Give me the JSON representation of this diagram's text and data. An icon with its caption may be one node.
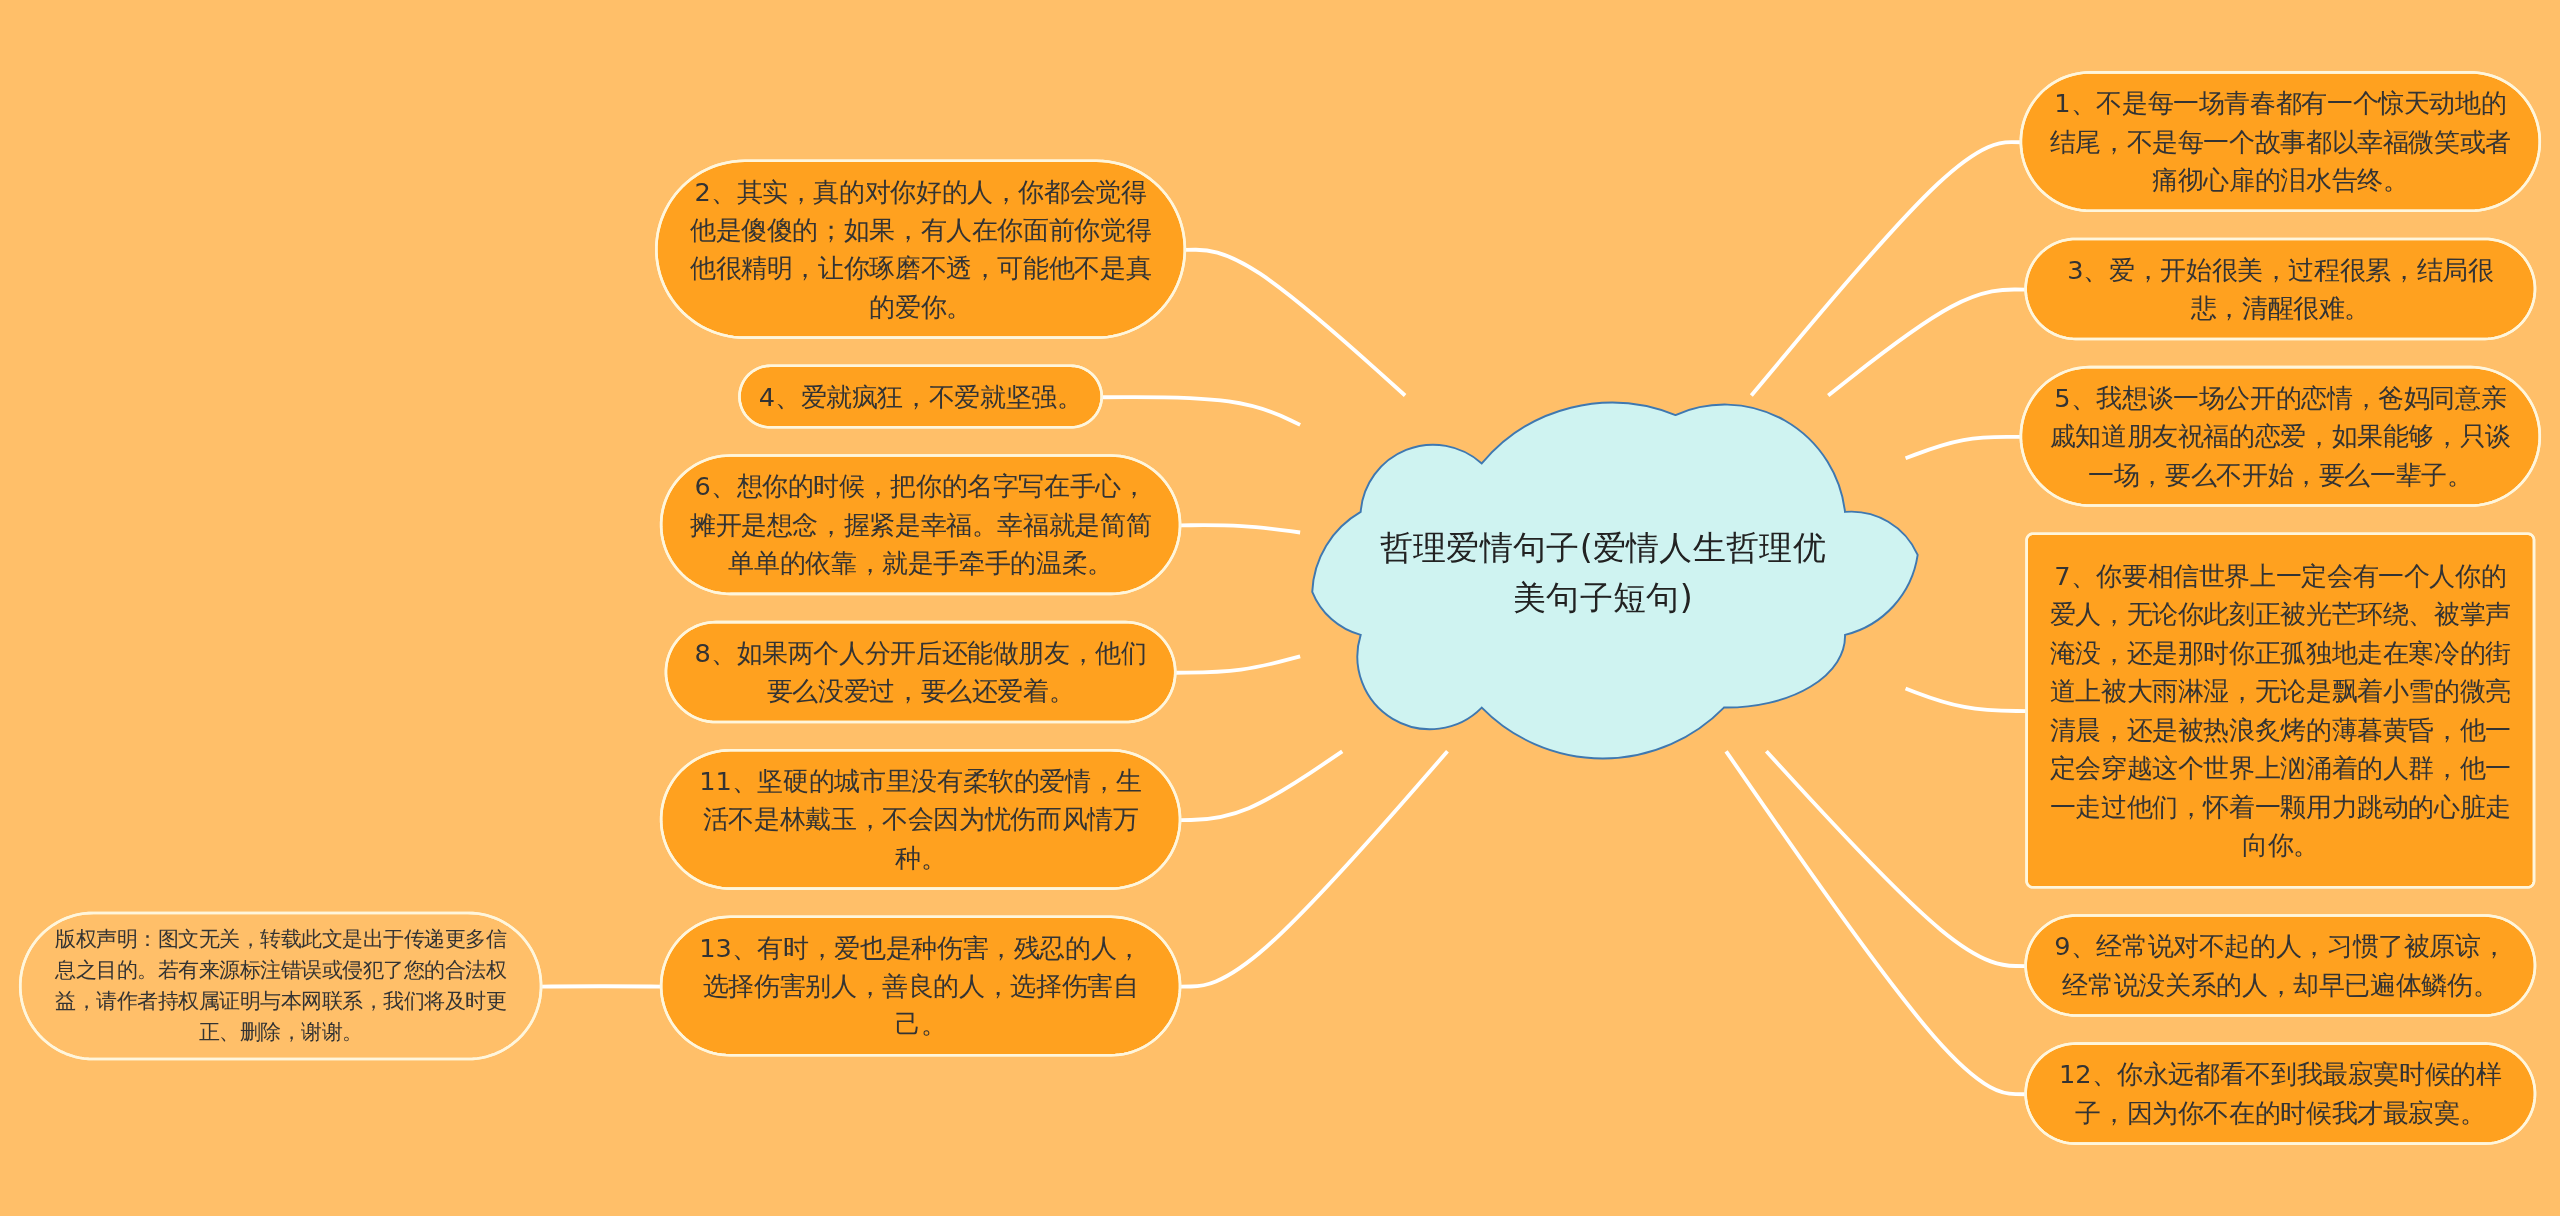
{
  "diagram": {
    "nodes": [
      {
        "text": [
          "哲理爱情句子(爱情人生哲理优美句子短句)"
        ]
      },
      {
        "text": [
          "2、其实，真的对你好的人，你都会觉得他是傻傻的；如果，有人在你面前你觉得他很精明，让你琢磨不透，可能他不是真的爱你。"
        ]
      },
      {
        "text": [
          "4、爱就疯狂，不爱就坚强。"
        ]
      },
      {
        "text": [
          "6、想你的时候，把你的名字写在手心，摊开是想念，握紧是幸福。幸福就是简简单单的依靠，就是手牵手的温柔。"
        ]
      },
      {
        "text": [
          "8、如果两个人分开后还能做朋友，他们要么没爱过，要么还爱着。"
        ]
      },
      {
        "text": [
          "11、坚硬的城市里没有柔软的爱情，生活不是林戴玉，不会因为忧伤而风情万种。"
        ]
      },
      {
        "text": [
          "13、有时，爱也是种伤害，残忍的人，选择伤害别人，善良的人，选择伤害自己。"
        ]
      },
      {
        "text": [
          "版权声明：图文无关，转载此文是出于传递更多信息之目的。若有来源标注错误或侵犯了您的合法权益，请作者持权属证明与本网联系，我们将及时更正、删除，谢谢。"
        ]
      },
      {
        "text": [
          "1、不是每一场青春都有一个惊天动地的结尾，不是每一个故事都以幸福微笑或者痛彻心扉的泪水告终。"
        ]
      },
      {
        "text": [
          "3、爱，开始很美，过程很累，结局很悲，清醒很难。"
        ]
      },
      {
        "text": [
          "5、我想谈一场公开的恋情，爸妈同意亲戚知道朋友祝福的恋爱，如果能够，只谈一场，要么不开始，要么一辈子。"
        ]
      },
      {
        "text": [
          "7、你要相信世界上一定会有一个人你的爱人，无论你此刻正被光芒环绕、被掌声淹没，还是那时你正孤独地走在寒冷的街道上被大雨淋湿，无论是飘着小雪的微亮清晨，还是被热浪炙烤的薄暮黄昏，他一定会穿越这个世界上汹涌着的人群，他一一走过他们，怀着一颗用力跳动的心脏走向你。"
        ]
      },
      {
        "text": [
          "9、经常说对不起的人，习惯了被原谅，经常说没关系的人，却早已遍体鳞伤。"
        ]
      },
      {
        "text": [
          "12、你永远都看不到我最寂寞时候的样子，因为你不在的时候我才最寂寞。"
        ]
      }
    ],
    "edges": [
      {
        "from": 0,
        "to": 1,
        "arrow": "none"
      },
      {
        "from": 0,
        "to": 2,
        "arrow": "none"
      },
      {
        "from": 0,
        "to": 3,
        "arrow": "none"
      },
      {
        "from": 0,
        "to": 4,
        "arrow": "none"
      },
      {
        "from": 0,
        "to": 5,
        "arrow": "none"
      },
      {
        "from": 0,
        "to": 6,
        "arrow": "none"
      },
      {
        "from": 6,
        "to": 7,
        "arrow": "none"
      },
      {
        "from": 0,
        "to": 8,
        "arrow": "none"
      },
      {
        "from": 0,
        "to": 9,
        "arrow": "none"
      },
      {
        "from": 0,
        "to": 10,
        "arrow": "none"
      },
      {
        "from": 0,
        "to": 11,
        "arrow": "none"
      },
      {
        "from": 0,
        "to": 12,
        "arrow": "none"
      },
      {
        "from": 0,
        "to": 13,
        "arrow": "none"
      }
    ]
  }
}
